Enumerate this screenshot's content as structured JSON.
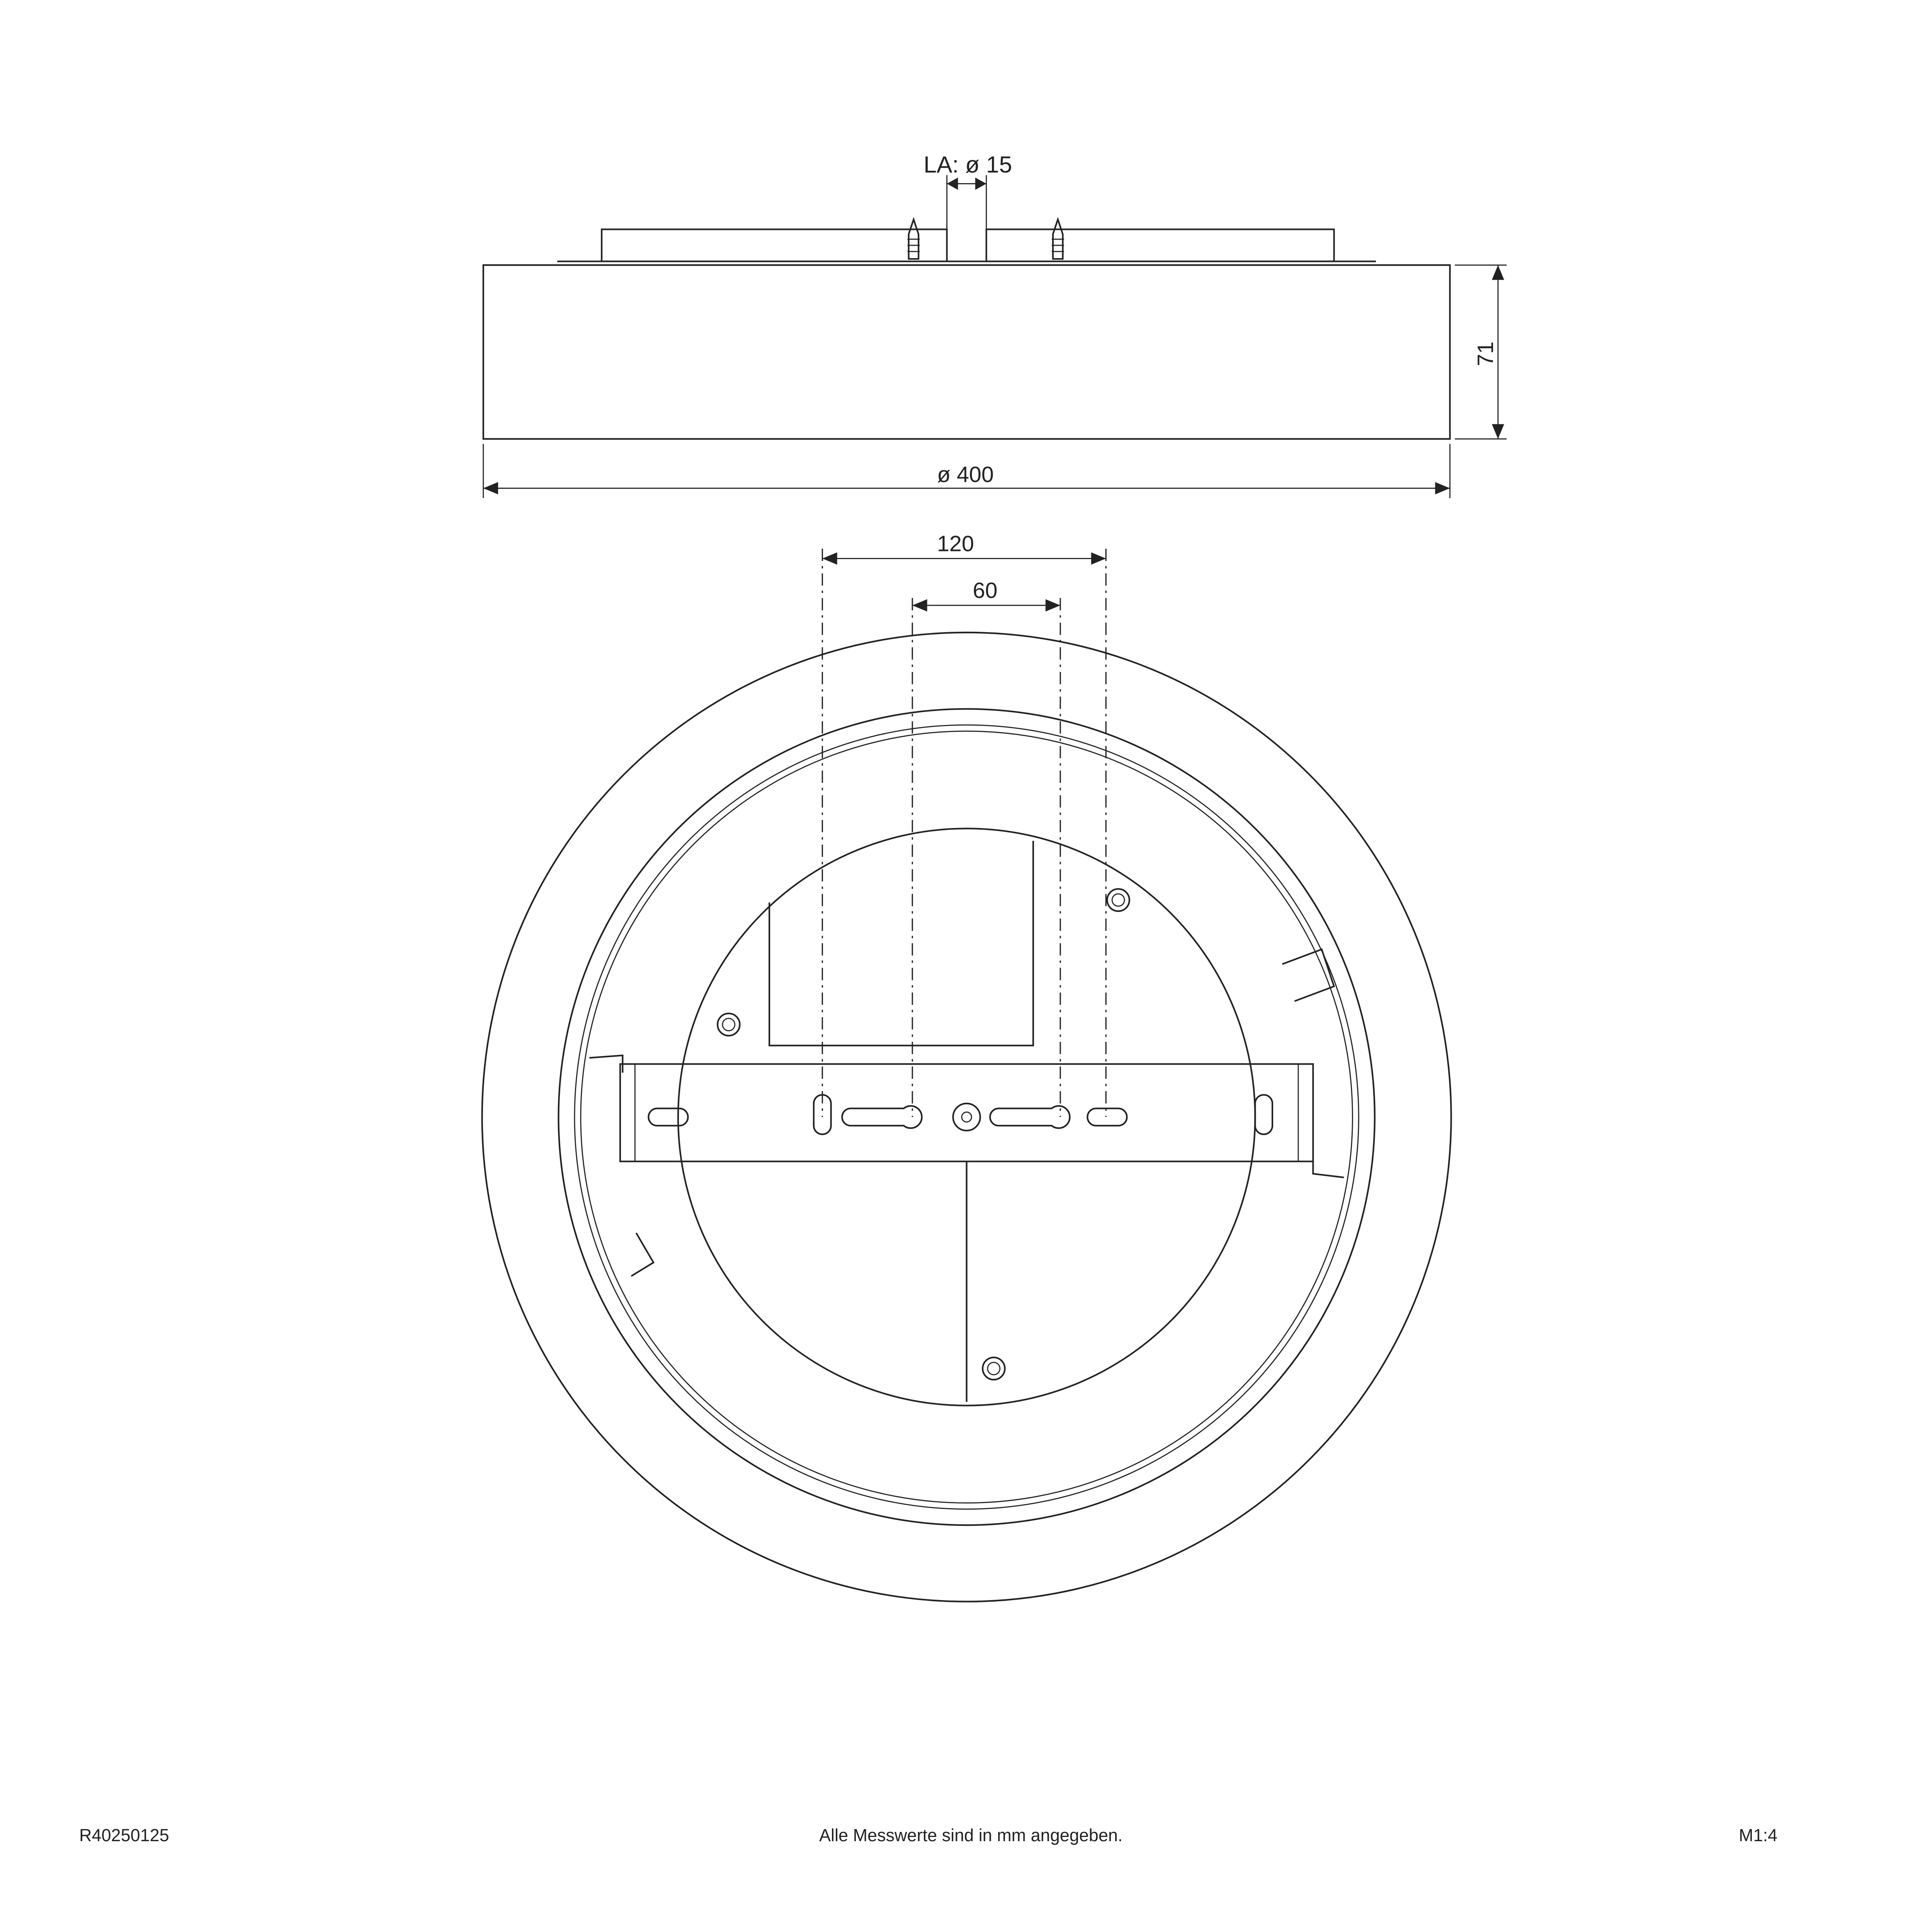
{
  "drawing": {
    "side_view": {
      "cable_entry_label": "LA: ø 15",
      "height_label": "71",
      "diameter_label": "ø 400"
    },
    "bottom_view": {
      "hole_spacing_outer_label": "120",
      "hole_spacing_inner_label": "60"
    }
  },
  "footer": {
    "article_number": "R40250125",
    "note": "Alle Messwerte sind in mm angegeben.",
    "scale": "M1:4"
  },
  "colors": {
    "line": "#222222",
    "background": "#ffffff"
  }
}
